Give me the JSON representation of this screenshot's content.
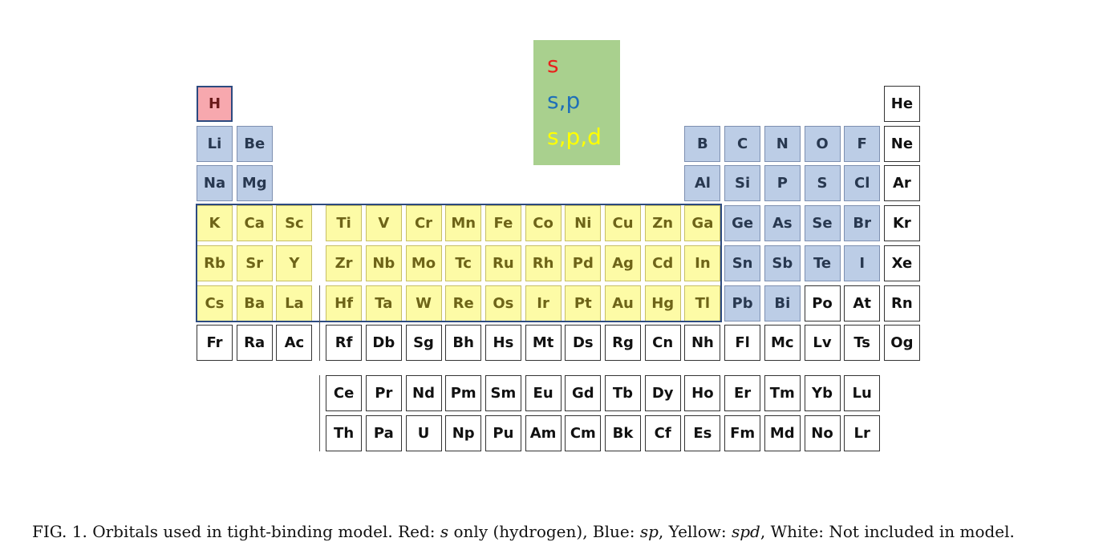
{
  "legend": {
    "items": [
      {
        "label": "s",
        "color": "#e8211c"
      },
      {
        "label": "s,p",
        "color": "#1f6fb8"
      },
      {
        "label": "s,p,d",
        "color": "#ffff00"
      }
    ],
    "background": "#a9d08e"
  },
  "colors": {
    "s": "#f7a8ae",
    "sp": "#bccde6",
    "spd": "#fdfba6",
    "none": "#ffffff",
    "outline": "#2c4a80"
  },
  "main_rows": [
    [
      [
        "H",
        "s"
      ],
      null,
      null,
      null,
      null,
      null,
      null,
      null,
      null,
      null,
      null,
      null,
      null,
      null,
      null,
      null,
      null,
      [
        "He",
        "none"
      ]
    ],
    [
      [
        "Li",
        "sp"
      ],
      [
        "Be",
        "sp"
      ],
      null,
      null,
      null,
      null,
      null,
      null,
      null,
      null,
      null,
      null,
      [
        "B",
        "sp"
      ],
      [
        "C",
        "sp"
      ],
      [
        "N",
        "sp"
      ],
      [
        "O",
        "sp"
      ],
      [
        "F",
        "sp"
      ],
      [
        "Ne",
        "none"
      ]
    ],
    [
      [
        "Na",
        "sp"
      ],
      [
        "Mg",
        "sp"
      ],
      null,
      null,
      null,
      null,
      null,
      null,
      null,
      null,
      null,
      null,
      [
        "Al",
        "sp"
      ],
      [
        "Si",
        "sp"
      ],
      [
        "P",
        "sp"
      ],
      [
        "S",
        "sp"
      ],
      [
        "Cl",
        "sp"
      ],
      [
        "Ar",
        "none"
      ]
    ],
    [
      [
        "K",
        "spd"
      ],
      [
        "Ca",
        "spd"
      ],
      [
        "Sc",
        "spd"
      ],
      [
        "Ti",
        "spd"
      ],
      [
        "V",
        "spd"
      ],
      [
        "Cr",
        "spd"
      ],
      [
        "Mn",
        "spd"
      ],
      [
        "Fe",
        "spd"
      ],
      [
        "Co",
        "spd"
      ],
      [
        "Ni",
        "spd"
      ],
      [
        "Cu",
        "spd"
      ],
      [
        "Zn",
        "spd"
      ],
      [
        "Ga",
        "spd"
      ],
      [
        "Ge",
        "sp"
      ],
      [
        "As",
        "sp"
      ],
      [
        "Se",
        "sp"
      ],
      [
        "Br",
        "sp"
      ],
      [
        "Kr",
        "none"
      ]
    ],
    [
      [
        "Rb",
        "spd"
      ],
      [
        "Sr",
        "spd"
      ],
      [
        "Y",
        "spd"
      ],
      [
        "Zr",
        "spd"
      ],
      [
        "Nb",
        "spd"
      ],
      [
        "Mo",
        "spd"
      ],
      [
        "Tc",
        "spd"
      ],
      [
        "Ru",
        "spd"
      ],
      [
        "Rh",
        "spd"
      ],
      [
        "Pd",
        "spd"
      ],
      [
        "Ag",
        "spd"
      ],
      [
        "Cd",
        "spd"
      ],
      [
        "In",
        "spd"
      ],
      [
        "Sn",
        "sp"
      ],
      [
        "Sb",
        "sp"
      ],
      [
        "Te",
        "sp"
      ],
      [
        "I",
        "sp"
      ],
      [
        "Xe",
        "none"
      ]
    ],
    [
      [
        "Cs",
        "spd"
      ],
      [
        "Ba",
        "spd"
      ],
      [
        "La",
        "spd"
      ],
      [
        "Hf",
        "spd"
      ],
      [
        "Ta",
        "spd"
      ],
      [
        "W",
        "spd"
      ],
      [
        "Re",
        "spd"
      ],
      [
        "Os",
        "spd"
      ],
      [
        "Ir",
        "spd"
      ],
      [
        "Pt",
        "spd"
      ],
      [
        "Au",
        "spd"
      ],
      [
        "Hg",
        "spd"
      ],
      [
        "Tl",
        "spd"
      ],
      [
        "Pb",
        "sp"
      ],
      [
        "Bi",
        "sp"
      ],
      [
        "Po",
        "none"
      ],
      [
        "At",
        "none"
      ],
      [
        "Rn",
        "none"
      ]
    ],
    [
      [
        "Fr",
        "none"
      ],
      [
        "Ra",
        "none"
      ],
      [
        "Ac",
        "none"
      ],
      [
        "Rf",
        "none"
      ],
      [
        "Db",
        "none"
      ],
      [
        "Sg",
        "none"
      ],
      [
        "Bh",
        "none"
      ],
      [
        "Hs",
        "none"
      ],
      [
        "Mt",
        "none"
      ],
      [
        "Ds",
        "none"
      ],
      [
        "Rg",
        "none"
      ],
      [
        "Cn",
        "none"
      ],
      [
        "Nh",
        "none"
      ],
      [
        "Fl",
        "none"
      ],
      [
        "Mc",
        "none"
      ],
      [
        "Lv",
        "none"
      ],
      [
        "Ts",
        "none"
      ],
      [
        "Og",
        "none"
      ]
    ]
  ],
  "f_rows": [
    [
      "Ce",
      "Pr",
      "Nd",
      "Pm",
      "Sm",
      "Eu",
      "Gd",
      "Tb",
      "Dy",
      "Ho",
      "Er",
      "Tm",
      "Yb",
      "Lu"
    ],
    [
      "Th",
      "Pa",
      "U",
      "Np",
      "Pu",
      "Am",
      "Cm",
      "Bk",
      "Cf",
      "Es",
      "Fm",
      "Md",
      "No",
      "Lr"
    ]
  ],
  "caption": {
    "prefix": "FIG. 1. Orbitals used in tight-binding model. Red: ",
    "s": "s",
    "mid1": " only (hydrogen), Blue: ",
    "sp": "sp",
    "mid2": ", Yellow: ",
    "spd": "spd",
    "suffix": ", White: Not included in model."
  }
}
